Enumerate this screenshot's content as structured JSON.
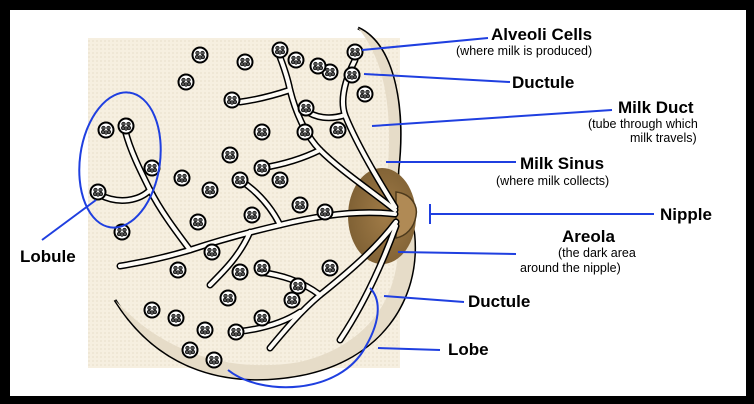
{
  "colors": {
    "frame": "#000000",
    "leader_line": "#1f3fe0",
    "areola": "#8a6a3a",
    "nipple": "#a57e4b",
    "tissue": "#f7f0e2"
  },
  "labels": {
    "alveoli": {
      "title": "Alveoli Cells",
      "sub": "(where milk is produced)"
    },
    "ductule_top": {
      "title": "Ductule"
    },
    "milk_duct": {
      "title": "Milk Duct",
      "sub1": "(tube through which",
      "sub2": "milk travels)"
    },
    "milk_sinus": {
      "title": "Milk Sinus",
      "sub": "(where milk collects)"
    },
    "nipple": {
      "title": "Nipple"
    },
    "areola": {
      "title": "Areola",
      "sub1": "(the dark area",
      "sub2": "around the nipple)"
    },
    "ductule_bottom": {
      "title": "Ductule"
    },
    "lobe": {
      "title": "Lobe"
    },
    "lobule": {
      "title": "Lobule"
    }
  }
}
